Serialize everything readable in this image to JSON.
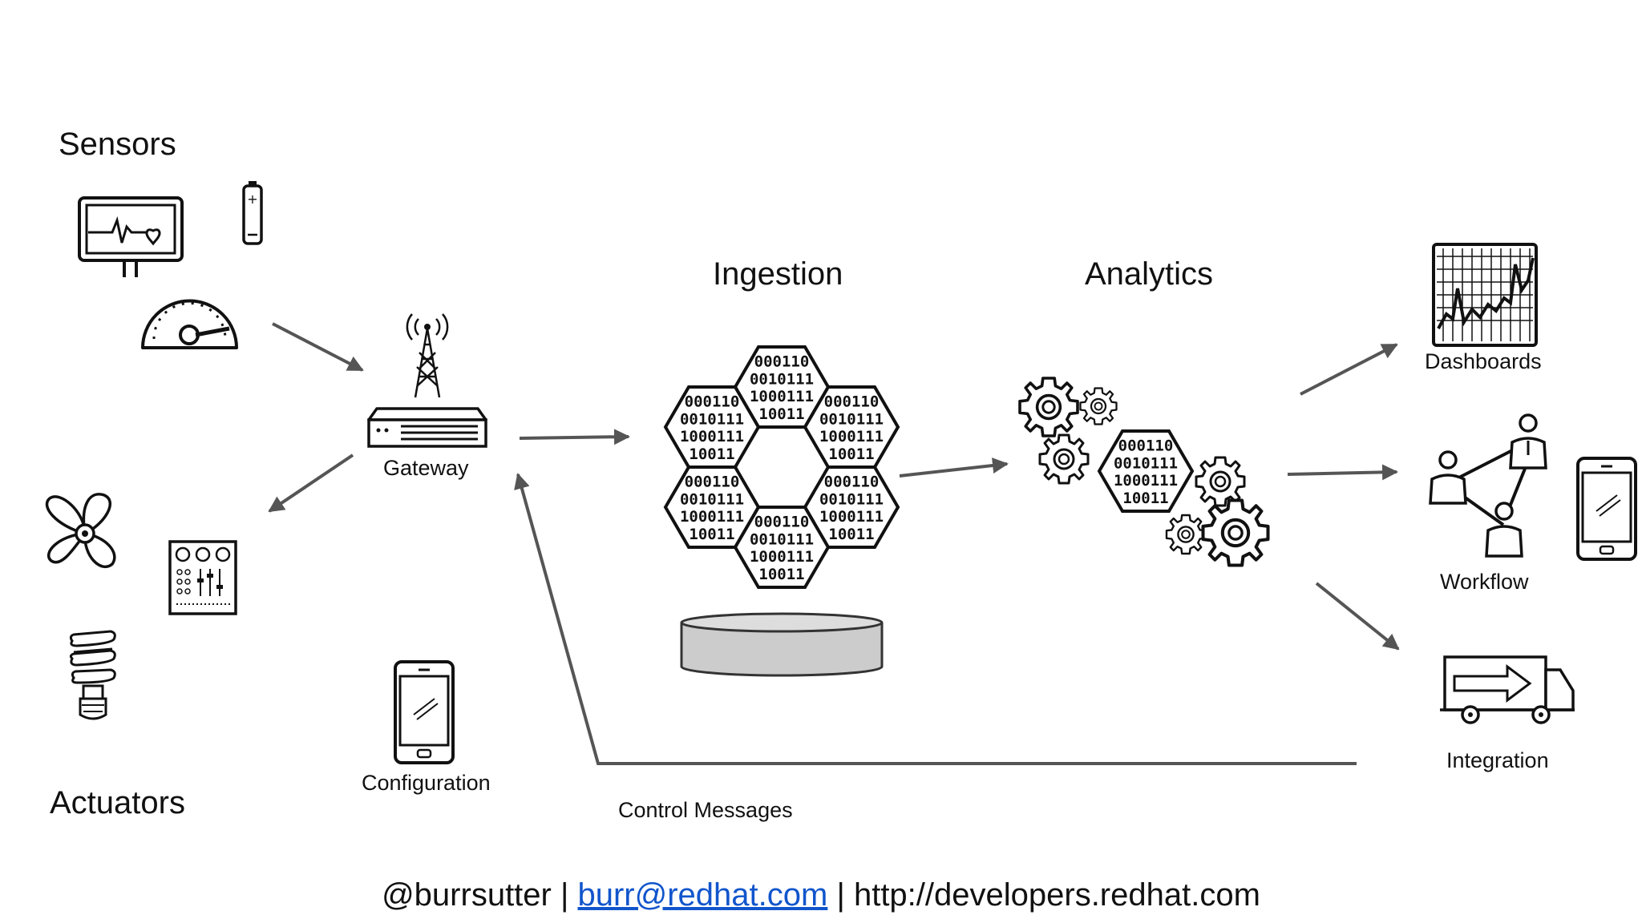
{
  "labels": {
    "sensors": "Sensors",
    "actuators": "Actuators",
    "gateway": "Gateway",
    "configuration": "Configuration",
    "ingestion": "Ingestion",
    "analytics": "Analytics",
    "dashboards": "Dashboards",
    "workflow": "Workflow",
    "integration": "Integration",
    "control_messages": "Control Messages"
  },
  "hex_binary": [
    "000110",
    "0010111",
    "1000111",
    "10011"
  ],
  "footer": {
    "handle": "@burrsutter",
    "separator": " | ",
    "email": "burr@redhat.com",
    "url": "http://developers.redhat.com"
  },
  "colors": {
    "arrow": "#555555",
    "link": "#1155cc",
    "disk": "#cccccc"
  }
}
